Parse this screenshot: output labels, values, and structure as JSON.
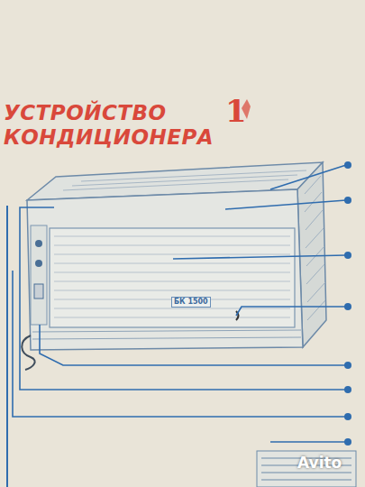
{
  "diagram": {
    "title": "УСТРОЙСТВО КОНДИЦИОНЕРА",
    "labels": [
      "1",
      "БК 1500",
      "Avito"
    ]
  }
}
